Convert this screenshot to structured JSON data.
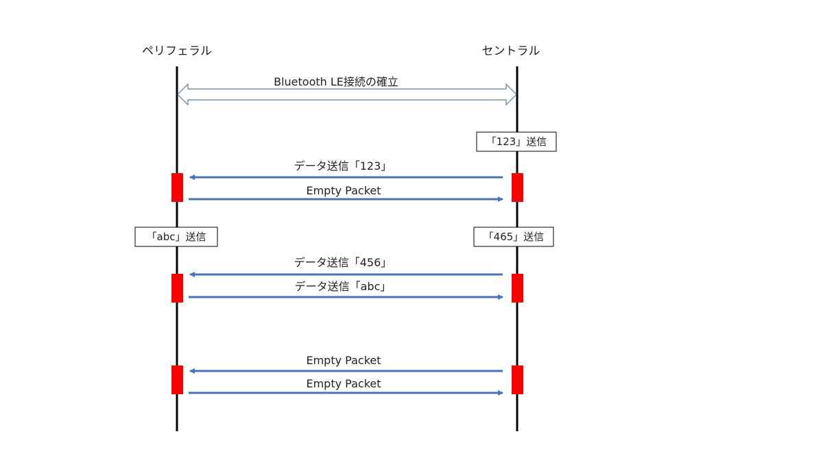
{
  "participants": {
    "left": "ペリフェラル",
    "right": "セントラル"
  },
  "connection": {
    "label": "Bluetooth LE接続の確立"
  },
  "notes": {
    "send_123": "「123」送信",
    "send_abc": "「abc」送信",
    "send_465": "「465」送信"
  },
  "messages": {
    "m1": "データ送信「123」",
    "m2": "Empty Packet",
    "m3": "データ送信「456」",
    "m4": "データ送信「abc」",
    "m5": "Empty Packet",
    "m6": "Empty Packet"
  },
  "colors": {
    "lifeline": "#000000",
    "arrow": "#4472c4",
    "activation": "#ff0000",
    "connection_outline": "#5b7ea8"
  }
}
